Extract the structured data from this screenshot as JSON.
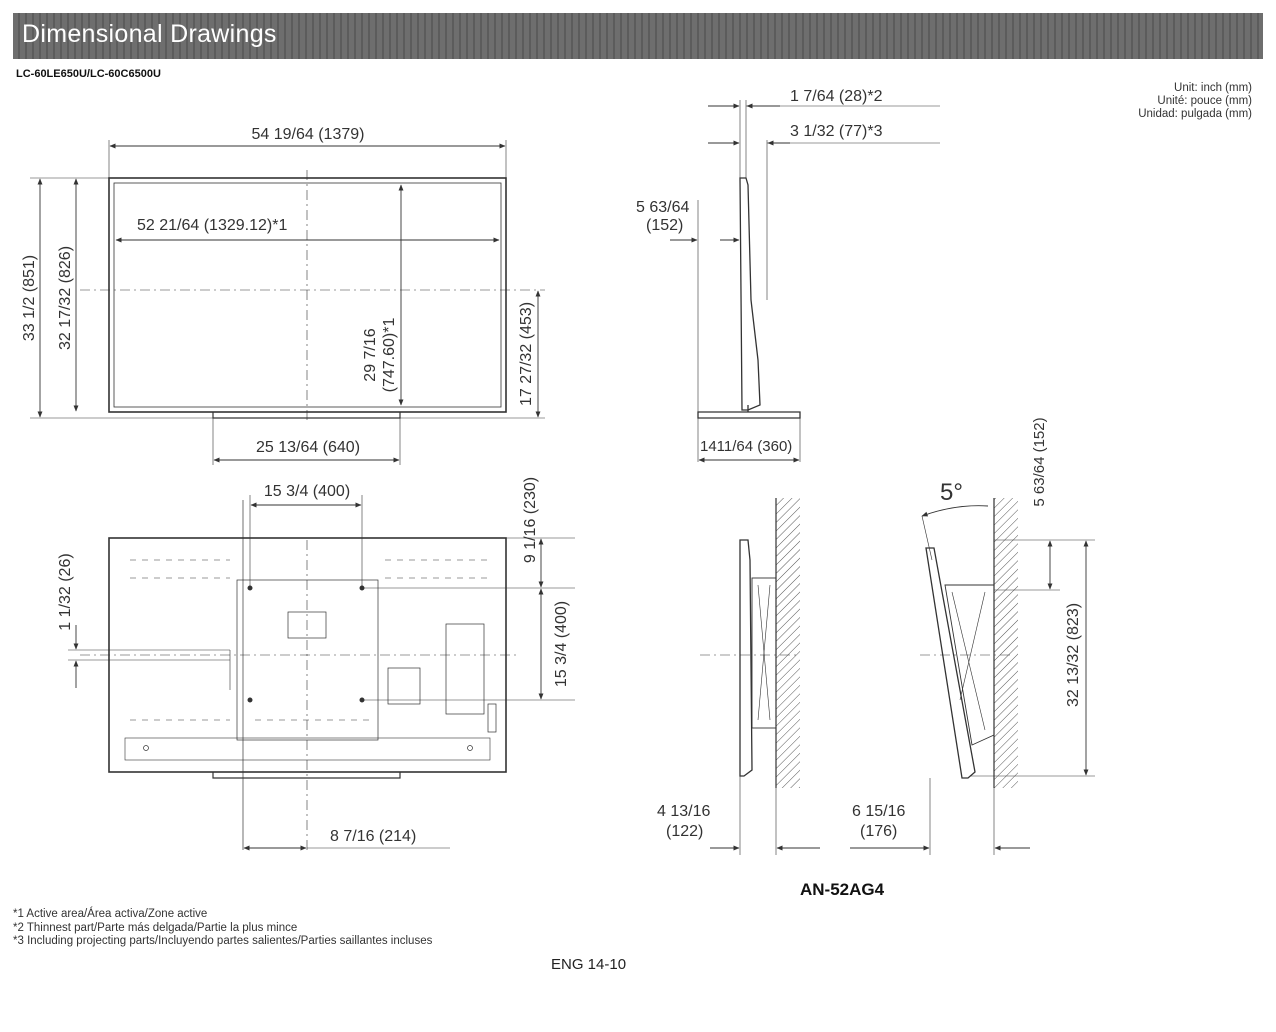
{
  "header": {
    "title": "Dimensional Drawings"
  },
  "model": "LC-60LE650U/LC-60C6500U",
  "units": [
    "Unit: inch (mm)",
    "Unité: pouce (mm)",
    "Unidad: pulgada (mm)"
  ],
  "front": {
    "total_width": "54 19/64 (1379)",
    "active_width": "52 21/64 (1329.12)*1",
    "total_height": "33 1/2 (851)",
    "screen_height": "32 17/32 (826)",
    "active_height_a": "29 7/16",
    "active_height_b": "(747.60)*1",
    "base_height": "17 27/32 (453)",
    "stand_width": "25 13/64 (640)"
  },
  "side": {
    "thinnest": "1 7/64 (28)*2",
    "projecting": "3 1/32 (77)*3",
    "depth_a": "5 63/64",
    "depth_b": "(152)",
    "stand_depth": "1411/64 (360)"
  },
  "back": {
    "vesa_width": "15 3/4 (400)",
    "offset_left": "1 1/32 (26)",
    "top_to_hole": "9 1/16 (230)",
    "vesa_height": "15 3/4 (400)",
    "center_offset": "8 7/16 (214)"
  },
  "wall": {
    "flat_depth_a": "4 13/16",
    "flat_depth_b": "(122)",
    "tilt_depth_a": "6 15/16",
    "tilt_depth_b": "(176)",
    "tilt_angle": "5°",
    "top_offset": "5 63/64 (152)",
    "mount_height": "32 13/32 (823)",
    "bracket_model": "AN-52AG4"
  },
  "footnotes": [
    "*1 Active area/Área activa/Zone active",
    "*2 Thinnest part/Parte más delgada/Partie la plus mince",
    "*3 Including projecting parts/Incluyendo partes salientes/Parties saillantes incluses"
  ],
  "page_number": "ENG 14-10"
}
